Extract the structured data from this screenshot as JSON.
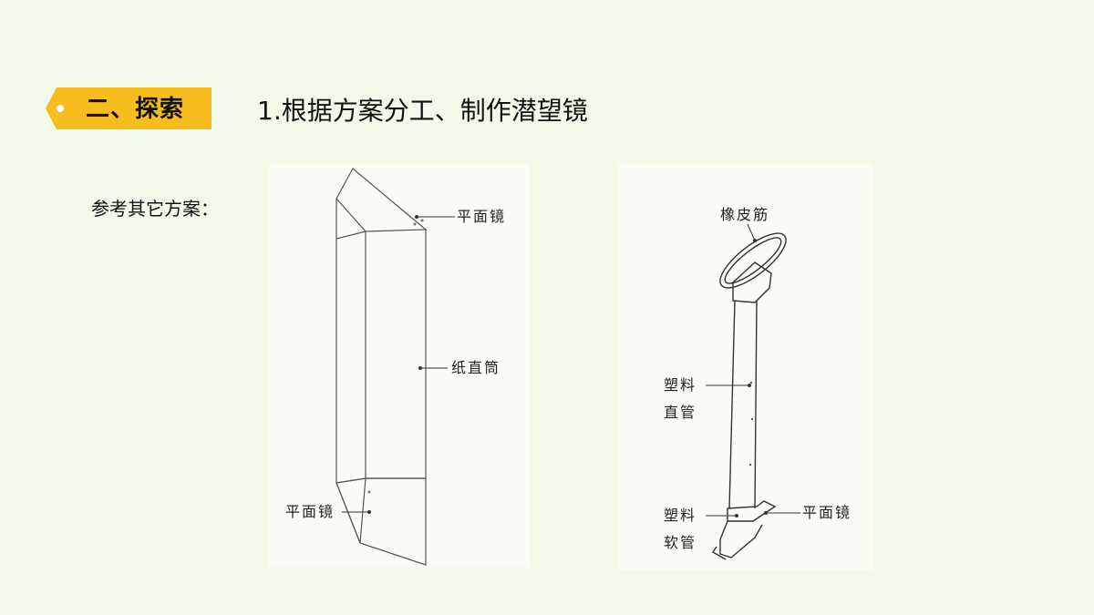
{
  "section": {
    "badge_label": "二、探索",
    "title": "1.根据方案分工、制作潜望镜"
  },
  "reference": {
    "label": "参考其它方案："
  },
  "figure_left": {
    "labels": {
      "mirror_top": "平面镜",
      "tube": "纸直筒",
      "mirror_bottom": "平面镜"
    }
  },
  "figure_right": {
    "labels": {
      "rubber_band": "橡皮筋",
      "straight_pipe_line1": "塑料",
      "straight_pipe_line2": "直管",
      "mirror": "平面镜",
      "soft_pipe_line1": "塑料",
      "soft_pipe_line2": "软管"
    }
  },
  "colors": {
    "background": "#f2f9e8",
    "badge_fill": "#f7bd1d",
    "badge_dot": "#ffffff"
  }
}
